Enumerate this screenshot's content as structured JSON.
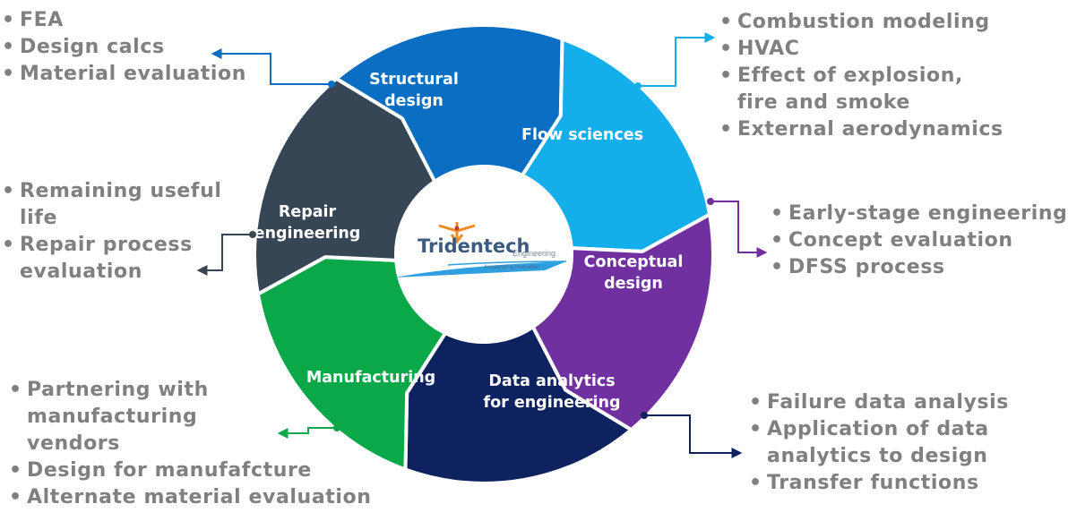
{
  "diagram": {
    "segments": [
      {
        "id": "structural",
        "lines": [
          "Structural",
          "design"
        ],
        "color": "#0a6ec2"
      },
      {
        "id": "flow",
        "lines": [
          "Flow sciences"
        ],
        "color": "#14aeea"
      },
      {
        "id": "conceptual",
        "lines": [
          "Conceptual",
          "design"
        ],
        "color": "#7130a0"
      },
      {
        "id": "analytics",
        "lines": [
          "Data analytics",
          "for engineering"
        ],
        "color": "#0e2260"
      },
      {
        "id": "manufacturing",
        "lines": [
          "Manufacturing"
        ],
        "color": "#0ba84a"
      },
      {
        "id": "repair",
        "lines": [
          "Repair",
          "engineering"
        ],
        "color": "#374654"
      }
    ],
    "logo": {
      "name": "Tridentech",
      "suffix": "Engineering",
      "tagline": "Accelerating Innovation"
    }
  },
  "bullets": {
    "structural": [
      {
        "lines": [
          "FEA"
        ]
      },
      {
        "lines": [
          "Design calcs"
        ]
      },
      {
        "lines": [
          "Material evaluation"
        ]
      }
    ],
    "flow": [
      {
        "lines": [
          "Combustion modeling"
        ]
      },
      {
        "lines": [
          "HVAC"
        ]
      },
      {
        "lines": [
          "Effect of explosion,",
          "fire and smoke"
        ]
      },
      {
        "lines": [
          "External aerodynamics"
        ]
      }
    ],
    "conceptual": [
      {
        "lines": [
          "Early-stage engineering"
        ]
      },
      {
        "lines": [
          "Concept evaluation"
        ]
      },
      {
        "lines": [
          "DFSS process"
        ]
      }
    ],
    "analytics": [
      {
        "lines": [
          "Failure data analysis"
        ]
      },
      {
        "lines": [
          "Application of data",
          "analytics to design"
        ]
      },
      {
        "lines": [
          "Transfer functions"
        ]
      }
    ],
    "manufacturing": [
      {
        "lines": [
          "Partnering with",
          "manufacturing",
          "vendors"
        ]
      },
      {
        "lines": [
          "Design for manufafcture"
        ]
      },
      {
        "lines": [
          "Alternate material evaluation"
        ]
      }
    ],
    "repair": [
      {
        "lines": [
          "Remaining useful",
          "life"
        ]
      },
      {
        "lines": [
          "Repair process",
          "evaluation"
        ]
      }
    ]
  }
}
